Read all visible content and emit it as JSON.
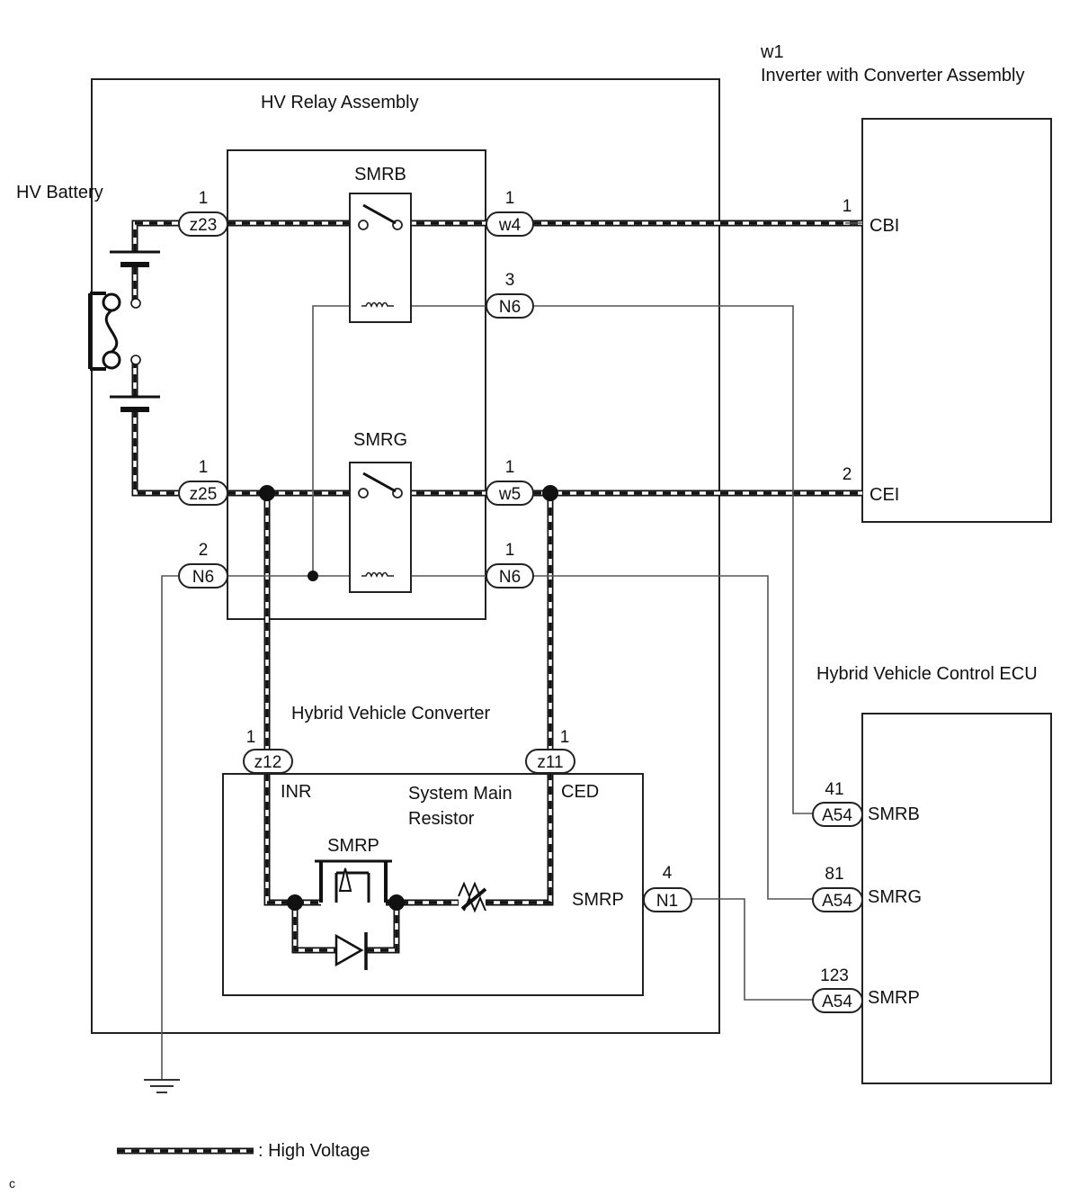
{
  "components": {
    "hv_battery": "HV Battery",
    "hv_relay_assembly": "HV Relay Assembly",
    "inverter_id": "w1",
    "inverter": "Inverter with Converter Assembly",
    "hybrid_vehicle_converter": "Hybrid Vehicle Converter",
    "system_main_resistor_line1": "System Main",
    "system_main_resistor_line2": "Resistor",
    "hv_control_ecu": "Hybrid Vehicle Control ECU"
  },
  "relays": {
    "smrb": "SMRB",
    "smrg": "SMRG",
    "smrp": "SMRP"
  },
  "connectors": {
    "z23": {
      "id": "z23",
      "pin": "1"
    },
    "z25": {
      "id": "z25",
      "pin": "1"
    },
    "n6_left": {
      "id": "N6",
      "pin": "2"
    },
    "w4": {
      "id": "w4",
      "pin": "1"
    },
    "n6_top": {
      "id": "N6",
      "pin": "3"
    },
    "w5": {
      "id": "w5",
      "pin": "1"
    },
    "n6_mid": {
      "id": "N6",
      "pin": "1"
    },
    "z12": {
      "id": "z12",
      "pin": "1"
    },
    "z11": {
      "id": "z11",
      "pin": "1"
    },
    "n1": {
      "id": "N1",
      "pin": "4"
    },
    "a54_smrb": {
      "id": "A54",
      "pin": "41"
    },
    "a54_smrg": {
      "id": "A54",
      "pin": "81"
    },
    "a54_smrp": {
      "id": "A54",
      "pin": "123"
    }
  },
  "terminals": {
    "cbi": {
      "name": "CBI",
      "pin": "1"
    },
    "cei": {
      "name": "CEI",
      "pin": "2"
    },
    "inr": "INR",
    "ced": "CED",
    "smrp_conv": "SMRP",
    "ecu_smrb": "SMRB",
    "ecu_smrg": "SMRG",
    "ecu_smrp": "SMRP"
  },
  "legend": {
    "high_voltage": ": High Voltage"
  },
  "corner_mark": "c"
}
